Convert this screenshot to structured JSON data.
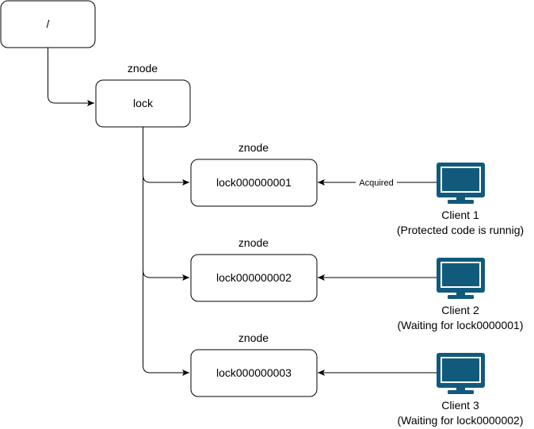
{
  "colors": {
    "stroke": "#000000",
    "monitor": "#115a7c",
    "background": "#ffffff"
  },
  "nodes": {
    "root": {
      "label": "/"
    },
    "lock": {
      "label": "lock",
      "caption": "znode"
    },
    "children": [
      {
        "label": "lock000000001",
        "caption": "znode"
      },
      {
        "label": "lock000000002",
        "caption": "znode"
      },
      {
        "label": "lock000000003",
        "caption": "znode"
      }
    ]
  },
  "clients": [
    {
      "name": "Client 1",
      "status": "(Protected code is runnig)",
      "edge_label": "Acquired",
      "icon": "monitor-icon"
    },
    {
      "name": "Client 2",
      "status": "(Waiting for lock0000001)",
      "edge_label": "",
      "icon": "monitor-icon"
    },
    {
      "name": "Client 3",
      "status": "(Waiting for lock0000002)",
      "edge_label": "",
      "icon": "monitor-icon"
    }
  ]
}
